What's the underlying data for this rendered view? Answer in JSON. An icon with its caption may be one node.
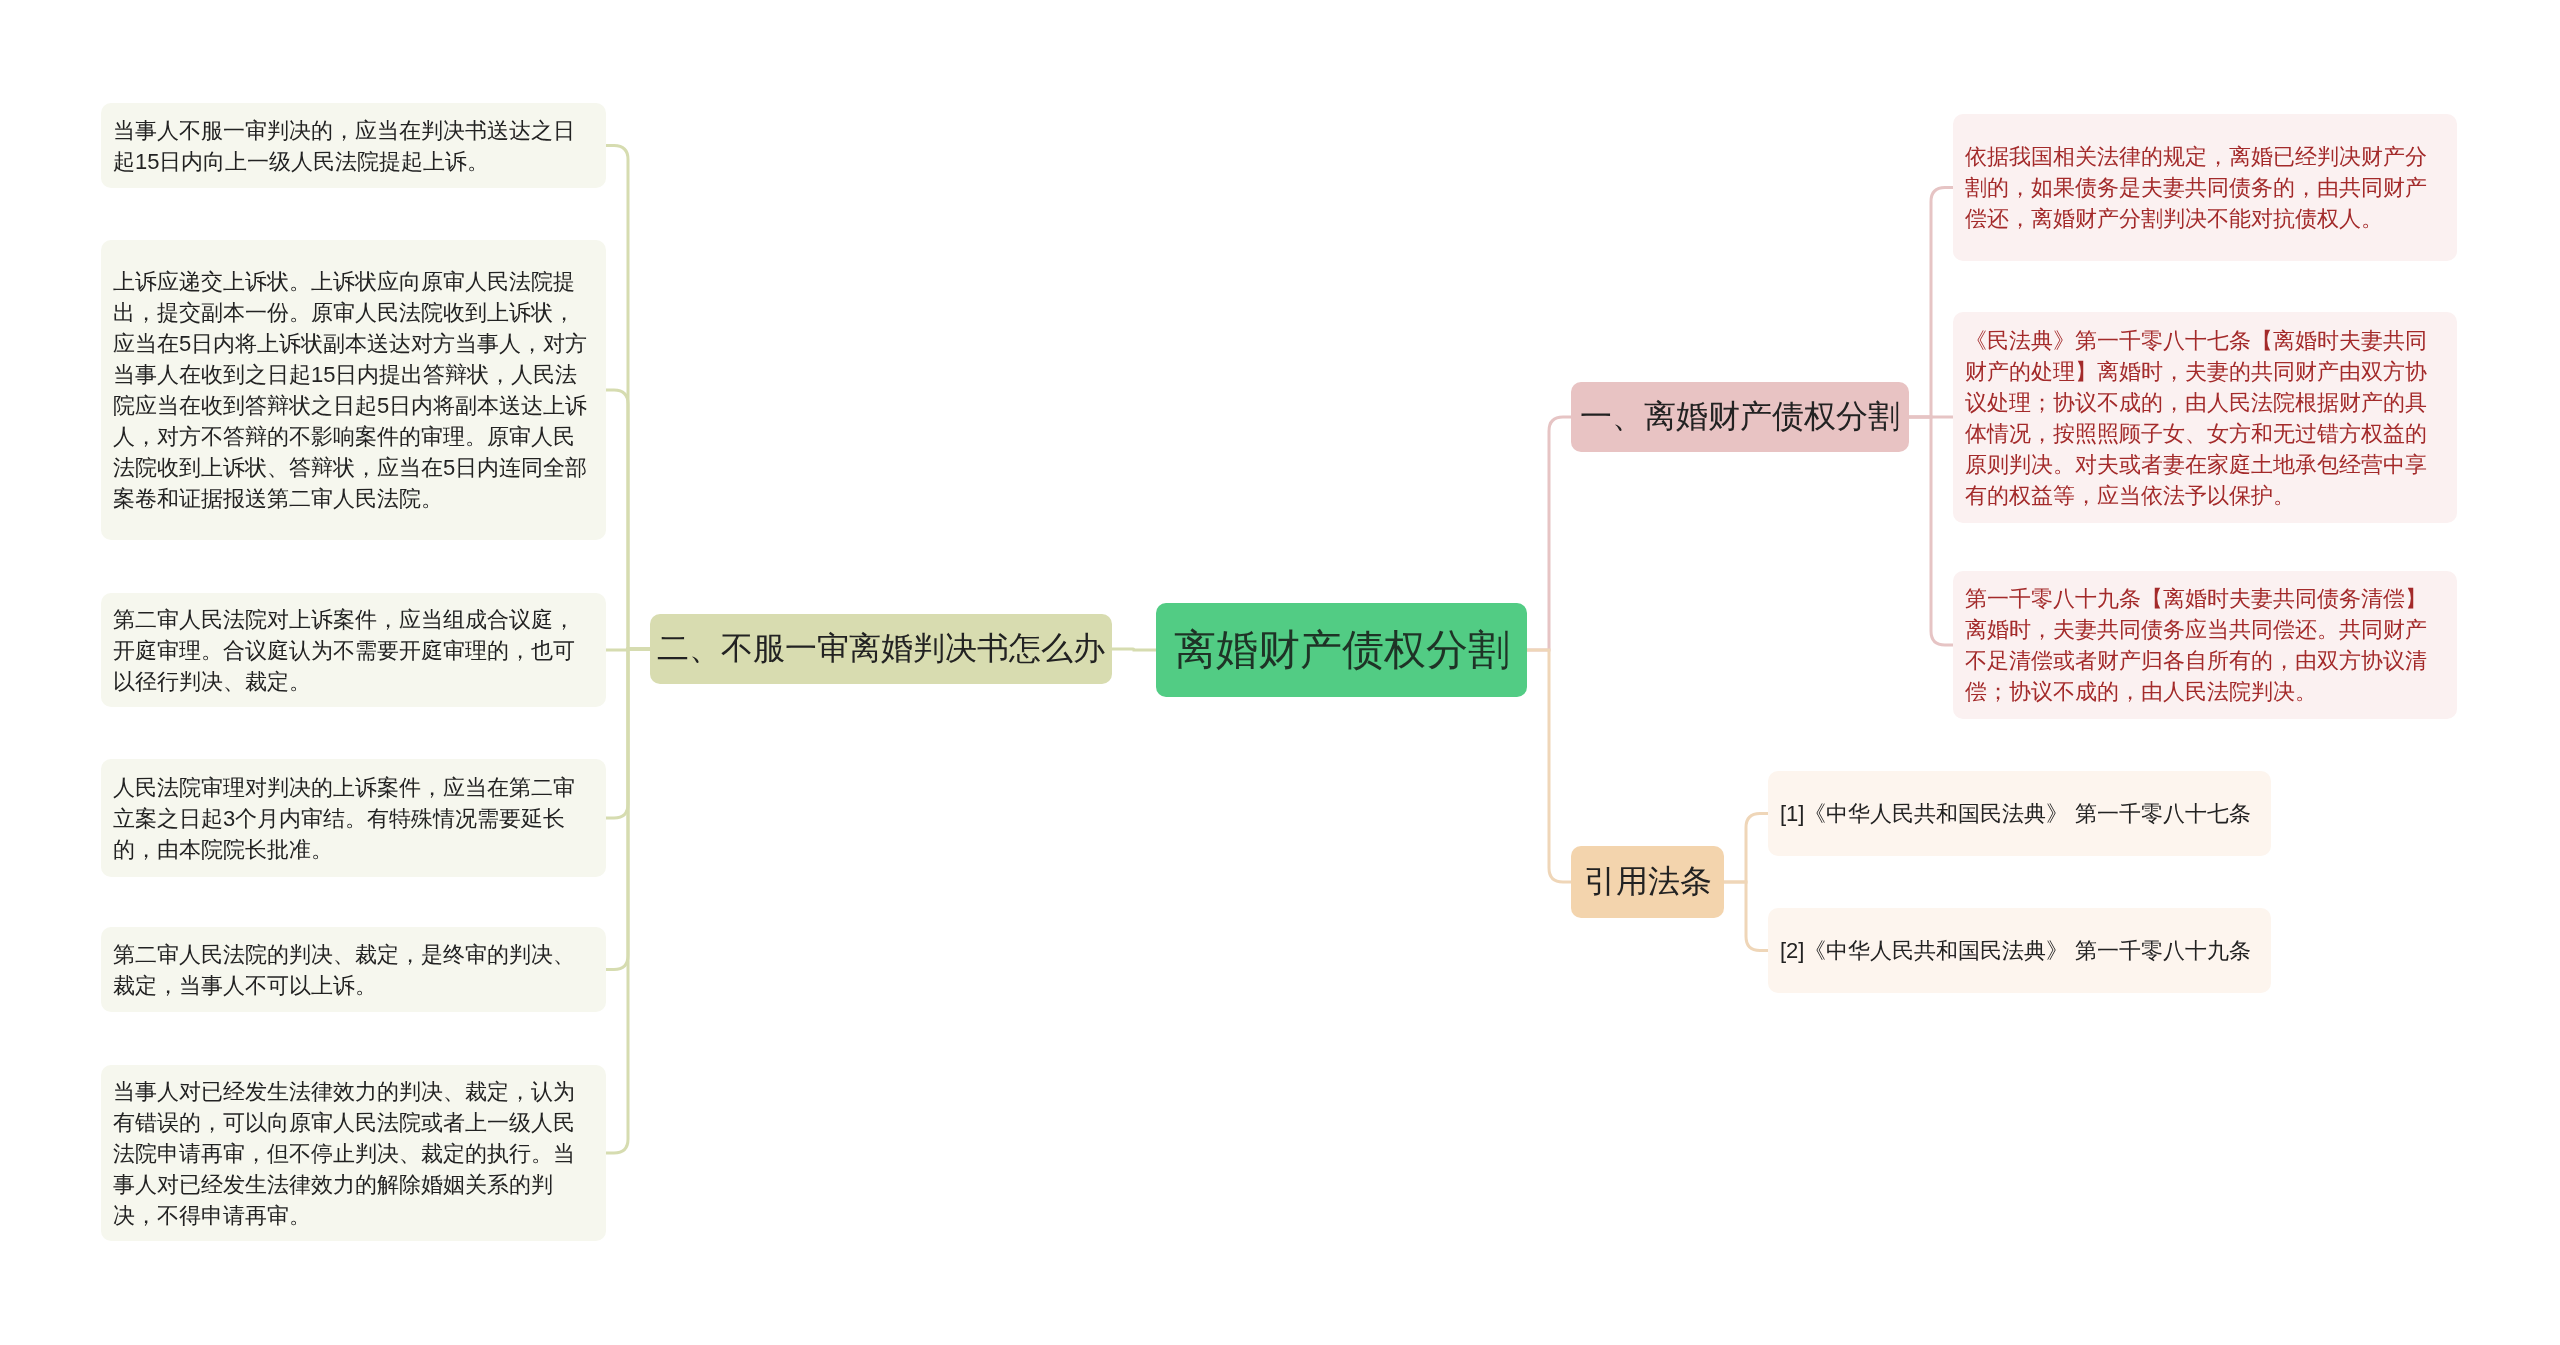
{
  "diagram": {
    "nodes": [
      {
        "text": [
          "离婚财产债权分割"
        ]
      },
      {
        "text": [
          "一、离婚财产债权分割"
        ]
      },
      {
        "text": [
          "依据我国相关法律的规定，离婚已经判决财产分割的，如果债务是夫妻共同债务的，由共同财产偿还，离婚财产分割判决不能对抗债权人。"
        ]
      },
      {
        "text": [
          "《民法典》第一千零八十七条【离婚时夫妻共同财产的处理】离婚时，夫妻的共同财产由双方协议处理；协议不成的，由人民法院根据财产的具体情况，按照照顾子女、女方和无过错方权益的原则判决。对夫或者妻在家庭土地承包经营中享有的权益等，应当依法予以保护。"
        ]
      },
      {
        "text": [
          "第一千零八十九条【离婚时夫妻共同债务清偿】离婚时，夫妻共同债务应当共同偿还。共同财产不足清偿或者财产归各自所有的，由双方协议清偿；协议不成的，由人民法院判决。"
        ]
      },
      {
        "text": [
          "引用法条"
        ]
      },
      {
        "text": [
          "[1]《中华人民共和国民法典》 第一千零八十七条"
        ]
      },
      {
        "text": [
          "[2]《中华人民共和国民法典》 第一千零八十九条"
        ]
      },
      {
        "text": [
          "二、不服一审离婚判决书怎么办"
        ]
      },
      {
        "text": [
          "当事人不服一审判决的，应当在判决书送达之日起15日内向上一级人民法院提起上诉。"
        ]
      },
      {
        "text": [
          "上诉应递交上诉状。上诉状应向原审人民法院提出，提交副本一份。原审人民法院收到上诉状，应当在5日内将上诉状副本送达对方当事人，对方当事人在收到之日起15日内提出答辩状，人民法院应当在收到答辩状之日起5日内将副本送达上诉人，对方不答辩的不影响案件的审理。原审人民法院收到上诉状、答辩状，应当在5日内连同全部案卷和证据报送第二审人民法院。"
        ]
      },
      {
        "text": [
          "第二审人民法院对上诉案件，应当组成合议庭，开庭审理。合议庭认为不需要开庭审理的，也可以径行判决、裁定。"
        ]
      },
      {
        "text": [
          "人民法院审理对判决的上诉案件，应当在第二审立案之日起3个月内审结。有特殊情况需要延长的，由本院院长批准。"
        ]
      },
      {
        "text": [
          "第二审人民法院的判决、裁定，是终审的判决、裁定，当事人不可以上诉。"
        ]
      },
      {
        "text": [
          "当事人对已经发生法律效力的判决、裁定，认为有错误的，可以向原审人民法院或者上一级人民法院申请再审，但不停止判决、裁定的执行。当事人对已经发生法律效力的解除婚姻关系的判决，不得申请再审。"
        ]
      }
    ],
    "edges": [
      {
        "from": 0,
        "to": 1,
        "arrow": "none",
        "color": "#e6c4c4"
      },
      {
        "from": 1,
        "to": 2,
        "arrow": "none",
        "color": "#e6c4c4"
      },
      {
        "from": 1,
        "to": 3,
        "arrow": "none",
        "color": "#e6c4c4"
      },
      {
        "from": 1,
        "to": 4,
        "arrow": "none",
        "color": "#e6c4c4"
      },
      {
        "from": 0,
        "to": 5,
        "arrow": "none",
        "color": "#efd6b8"
      },
      {
        "from": 5,
        "to": 6,
        "arrow": "none",
        "color": "#efd6b8"
      },
      {
        "from": 5,
        "to": 7,
        "arrow": "none",
        "color": "#efd6b8"
      },
      {
        "from": 0,
        "to": 8,
        "arrow": "none"
      },
      {
        "from": 8,
        "to": 9,
        "arrow": "none"
      },
      {
        "from": 8,
        "to": 10,
        "arrow": "none"
      },
      {
        "from": 8,
        "to": 11,
        "arrow": "none"
      },
      {
        "from": 8,
        "to": 12,
        "arrow": "none"
      },
      {
        "from": 8,
        "to": 13,
        "arrow": "none"
      },
      {
        "from": 8,
        "to": 14,
        "arrow": "none"
      }
    ]
  }
}
